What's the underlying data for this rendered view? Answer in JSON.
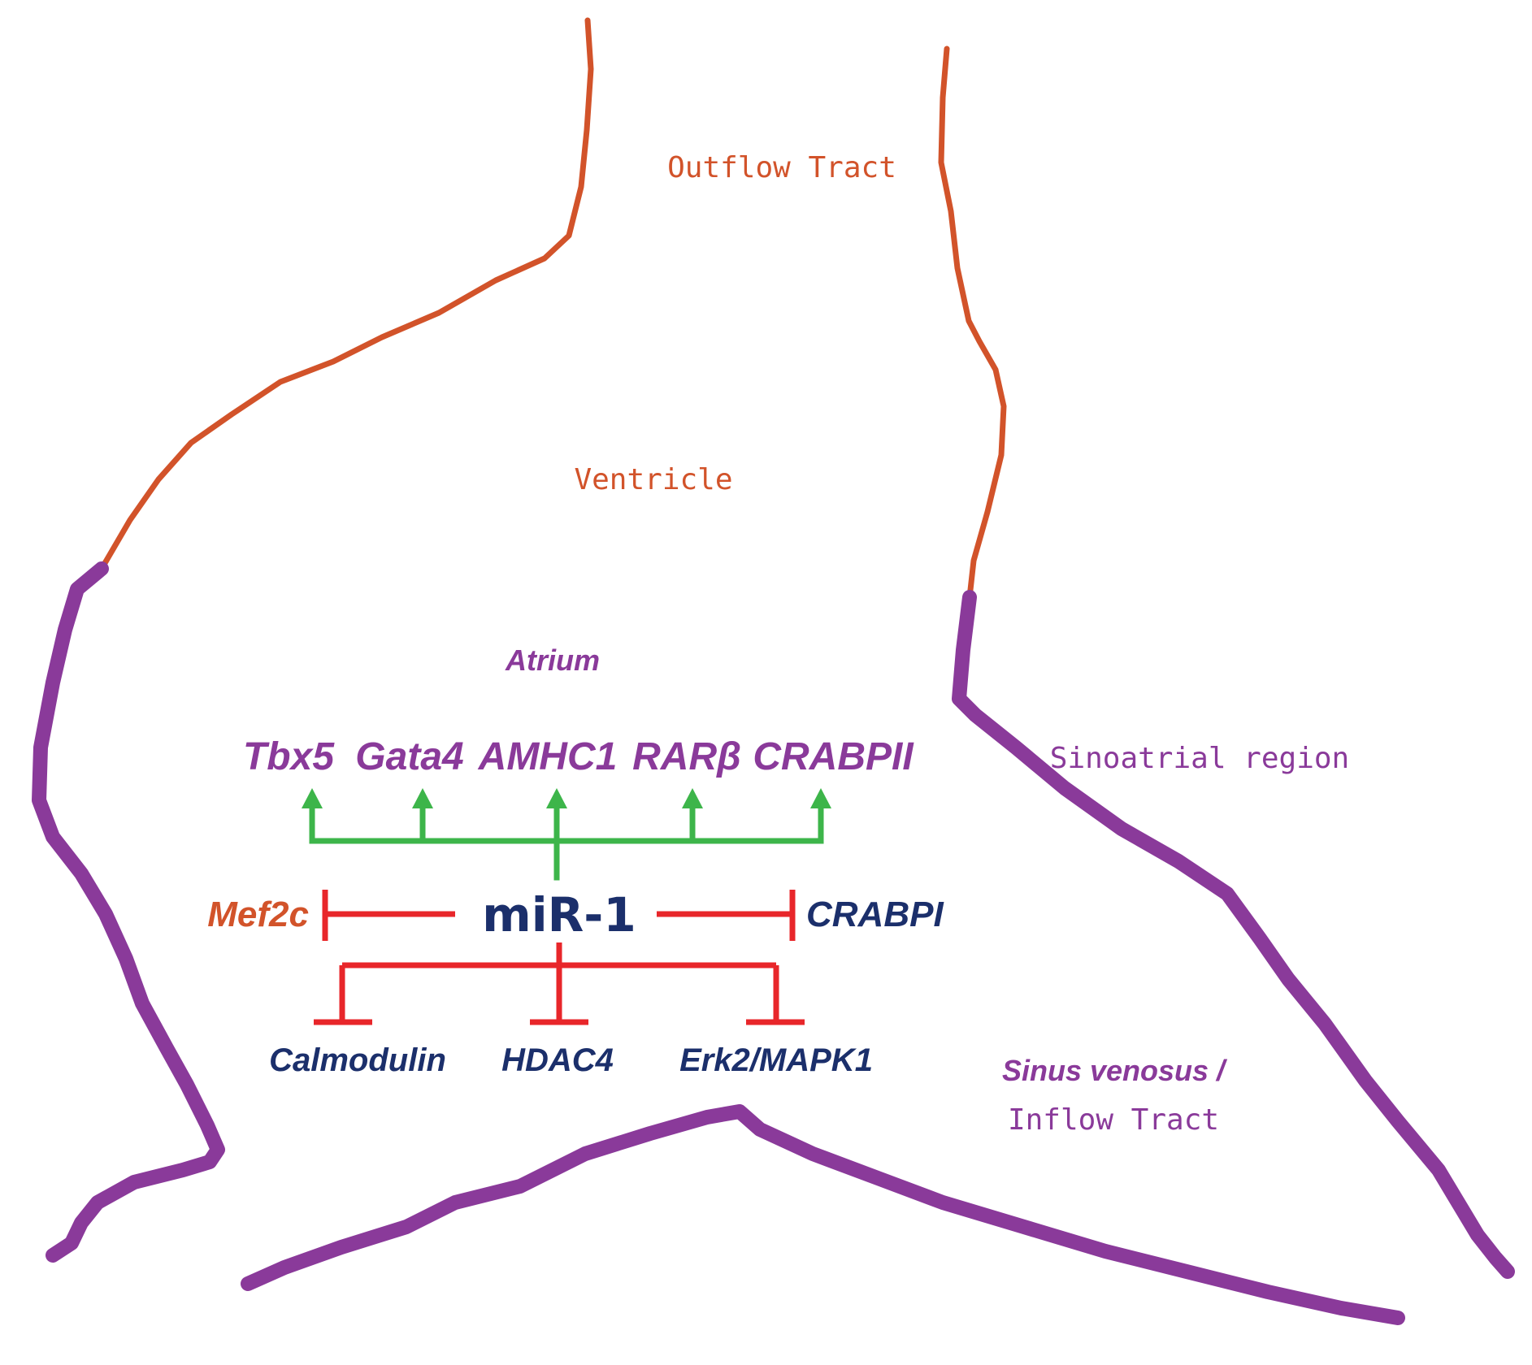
{
  "colors": {
    "heart_outline_upper": "#d2532a",
    "heart_outline_lower": "#8a3a9a",
    "activation_arrows": "#3db54a",
    "repression_bars": "#e8262a",
    "orange_text": "#d2532a",
    "purple_text": "#8a3a9a",
    "navy_text": "#1b2f6b"
  },
  "regions": {
    "outflow_tract": "Outflow Tract",
    "ventricle": "Ventricle",
    "atrium": "Atrium",
    "sinoatrial": "Sinoatrial region",
    "sinus_line1": "Sinus venosus /",
    "sinus_line2": "Inflow Tract"
  },
  "mirna": "miR-1",
  "activated_targets": [
    "Tbx5",
    "Gata4",
    "AMHC1",
    "RARβ",
    "CRABPII"
  ],
  "repressed_side_targets": {
    "left": "Mef2c",
    "right": "CRABPI"
  },
  "repressed_lower_targets": [
    "Calmodulin",
    "HDAC4",
    "Erk2/MAPK1"
  ]
}
